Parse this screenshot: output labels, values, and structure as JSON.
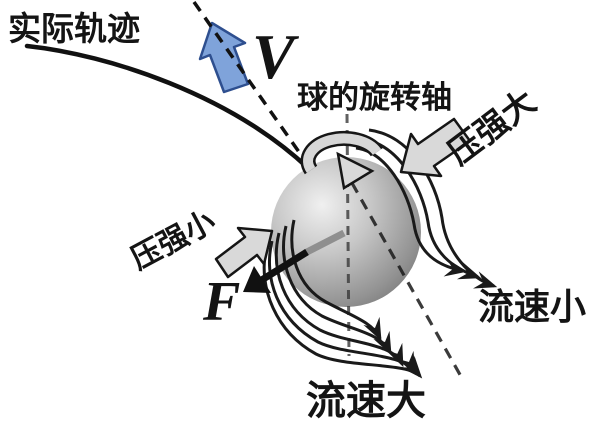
{
  "figure": {
    "labels": {
      "trajectory_actual": "实际轨迹",
      "velocity": "V",
      "rotation_axis": "球的旋转轴",
      "pressure_high": "压强大",
      "pressure_low": "压强小",
      "force": "F",
      "flow_slow": "流速小",
      "flow_fast": "流速大"
    },
    "colors": {
      "velocity_fill": "#7fa3da",
      "velocity_stroke": "#2e4f8f",
      "block_arrow_fill": "#d9d9d9",
      "ink": "#1a1a1a",
      "ball_light": "#efefef",
      "ball_dark": "#5e5e5e"
    }
  }
}
